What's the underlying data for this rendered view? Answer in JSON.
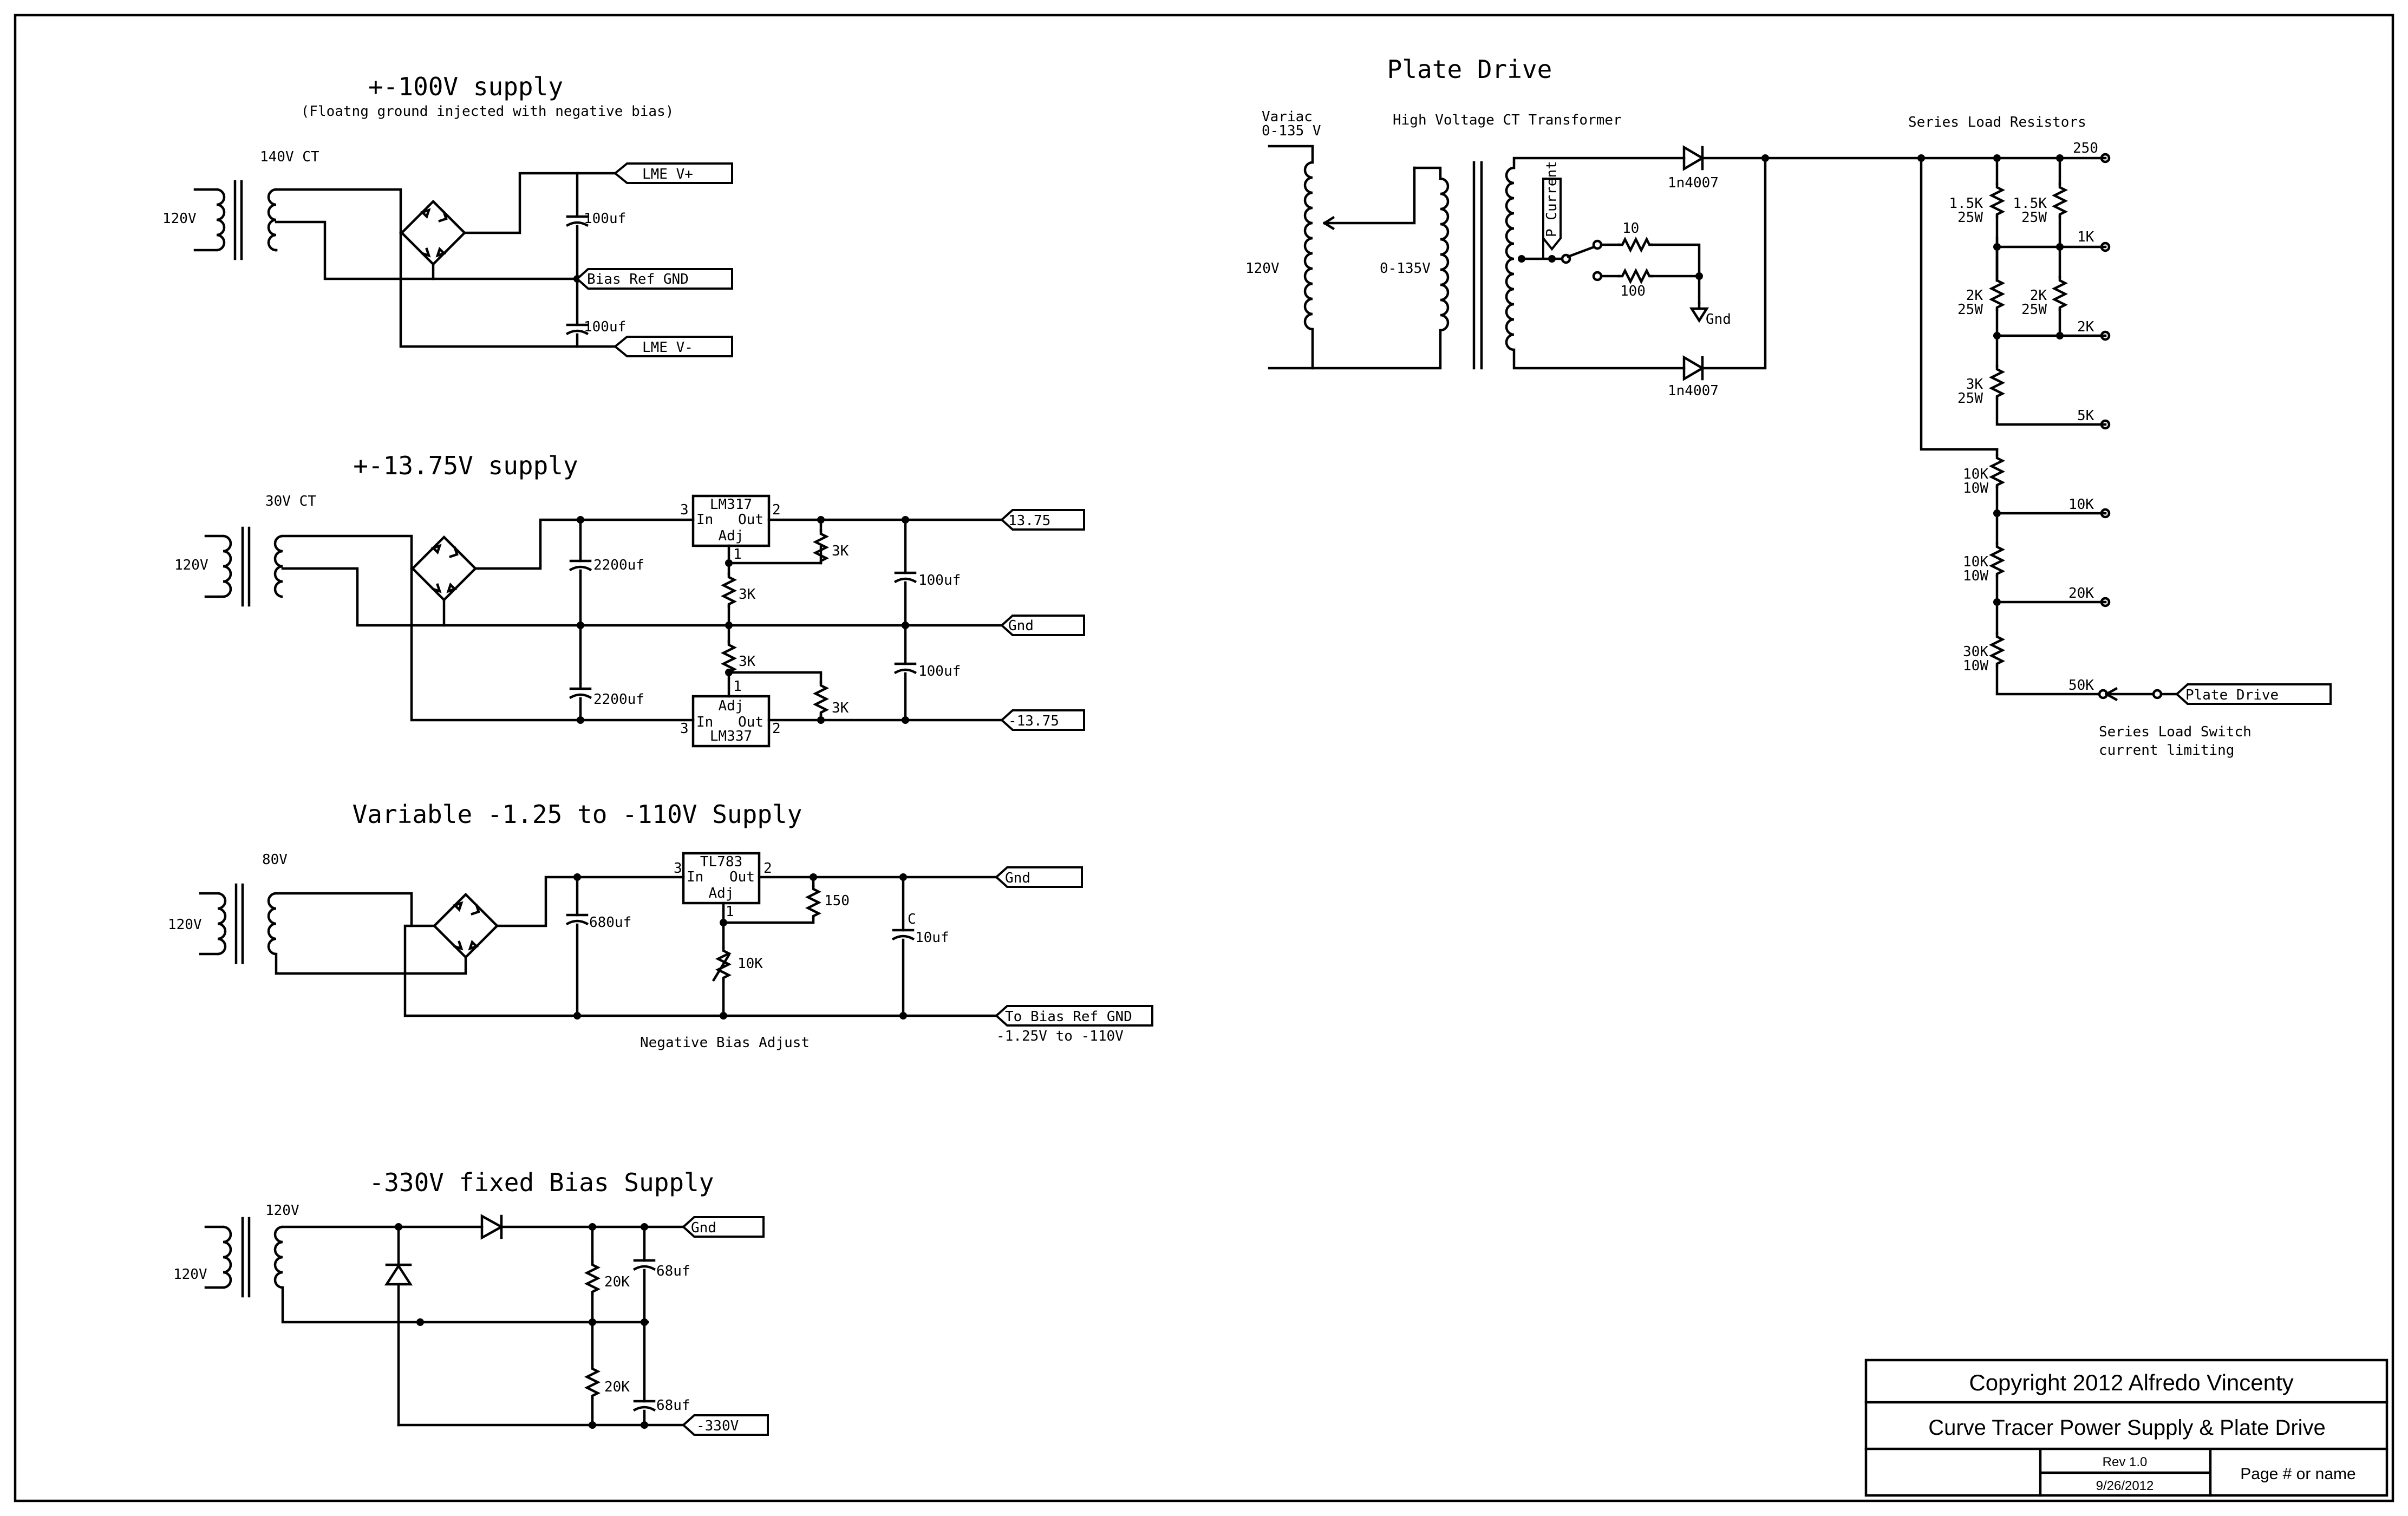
{
  "sections": {
    "supply_100v": {
      "title": "+-100V supply",
      "subtitle": "(Floatng ground injected with negative bias)",
      "primary": "120V",
      "secondary": "140V CT",
      "cap_top": "100uf",
      "cap_bottom": "100uf",
      "net_vplus": "LME V+",
      "net_bias_gnd": "Bias Ref GND",
      "net_vminus": "LME V-"
    },
    "supply_1375": {
      "title": "+-13.75V supply",
      "primary": "120V",
      "secondary": "30V CT",
      "cap_top": "2200uf",
      "cap_bottom": "2200uf",
      "reg_top": "LM317",
      "reg_bottom": "LM337",
      "pin_in": "In",
      "pin_out": "Out",
      "pin_adj": "Adj",
      "pin3": "3",
      "pin2": "2",
      "pin1": "1",
      "r_top_out": "3K",
      "r_top_adj": "3K",
      "r_bot_adj": "3K",
      "r_bot_out": "3K",
      "cap_out_top": "100uf",
      "cap_out_bottom": "100uf",
      "net_pos": "13.75",
      "net_gnd": "Gnd",
      "net_neg": "-13.75"
    },
    "supply_var": {
      "title": "Variable -1.25 to -110V Supply",
      "primary": "120V",
      "secondary": "80V",
      "cap_in": "680uf",
      "reg": "TL783",
      "pin_in": "In",
      "pin_out": "Out",
      "pin_adj": "Adj",
      "pin3": "3",
      "pin2": "2",
      "pin1": "1",
      "r_top": "150",
      "r_adj": "10K",
      "cap_label": "C",
      "cap_out": "10uf",
      "net_gnd": "Gnd",
      "net_bias": "To Bias Ref GND",
      "range": "-1.25V to -110V",
      "note": "Negative Bias Adjust"
    },
    "supply_330": {
      "title": "-330V fixed Bias Supply",
      "primary": "120V",
      "secondary": "120V",
      "r1": "20K",
      "r2": "20K",
      "c1": "68uf",
      "c2": "68uf",
      "net_gnd": "Gnd",
      "net_neg": "-330V"
    },
    "plate": {
      "title": "Plate Drive",
      "variac": "Variac",
      "variac_range": "0-135 V",
      "transformer": "High Voltage CT Transformer",
      "primary": "120V",
      "secondary": "0-135V",
      "p_current": "P Current",
      "r10": "10",
      "r100": "100",
      "gnd": "Gnd",
      "diode_top": "1n4007",
      "diode_bottom": "1n4007",
      "series_title": "Series Load Resistors",
      "r_15a": "1.5K",
      "r_15a_w": "25W",
      "r_15b": "1.5K",
      "r_15b_w": "25W",
      "r_2a": "2K",
      "r_2a_w": "25W",
      "r_2b": "2K",
      "r_2b_w": "25W",
      "r_3": "3K",
      "r_3_w": "25W",
      "r_10a": "10K",
      "r_10a_w": "10W",
      "r_10b": "10K",
      "r_10b_w": "10W",
      "r_30": "30K",
      "r_30_w": "10W",
      "tap_250": "250",
      "tap_1k": "1K",
      "tap_2k": "2K",
      "tap_5k": "5K",
      "tap_10k": "10K",
      "tap_20k": "20K",
      "tap_50k": "50K",
      "net_plate": "Plate Drive",
      "switch_note_1": "Series Load Switch",
      "switch_note_2": "current limiting"
    }
  },
  "title_block": {
    "copyright": "Copyright 2012 Alfredo Vincenty",
    "drawing_title": "Curve Tracer Power Supply & Plate Drive",
    "rev": "Rev 1.0",
    "date": "9/26/2012",
    "page": "Page # or name"
  }
}
